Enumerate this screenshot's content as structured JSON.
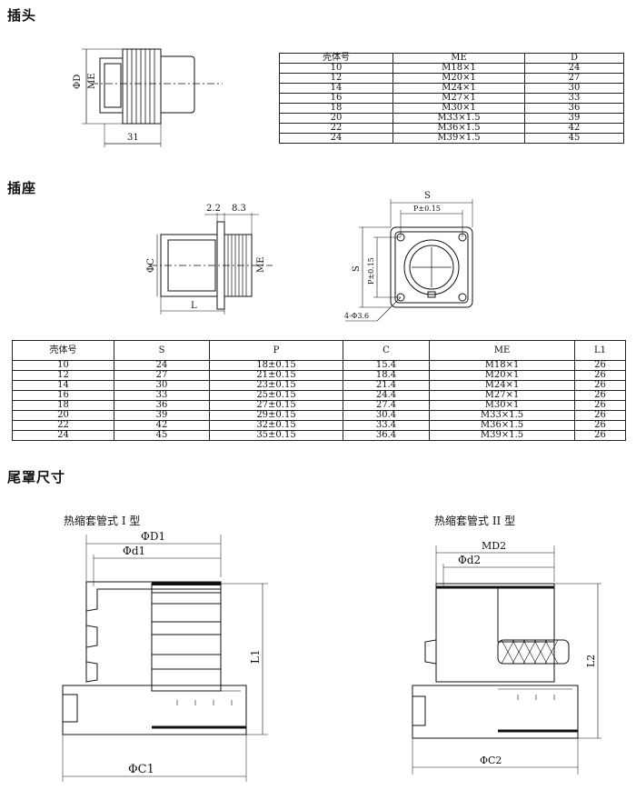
{
  "sections": {
    "plug": "插头",
    "socket": "插座",
    "tail": "尾罩尺寸"
  },
  "plug_drawing": {
    "phi_d": "ΦD",
    "me": "ME",
    "length": "31"
  },
  "plug_table": {
    "headers": [
      "壳体号",
      "ME",
      "D"
    ],
    "rows": [
      [
        "10",
        "M18×1",
        "24"
      ],
      [
        "12",
        "M20×1",
        "27"
      ],
      [
        "14",
        "M24×1",
        "30"
      ],
      [
        "16",
        "M27×1",
        "33"
      ],
      [
        "18",
        "M30×1",
        "36"
      ],
      [
        "20",
        "M33×1.5",
        "39"
      ],
      [
        "22",
        "M36×1.5",
        "42"
      ],
      [
        "24",
        "M39×1.5",
        "45"
      ]
    ]
  },
  "socket_drawing": {
    "dim_a": "2.2",
    "dim_b": "8.3",
    "phi_c": "ΦC",
    "me": "ME",
    "l": "L",
    "s_top": "S",
    "p_top": "P±0.15",
    "s_left": "S",
    "p_left": "P±0.15",
    "holes": "4-Φ3.6"
  },
  "socket_table": {
    "headers": [
      "壳体号",
      "S",
      "P",
      "C",
      "ME",
      "L1"
    ],
    "rows": [
      [
        "10",
        "24",
        "18±0.15",
        "15.4",
        "M18×1",
        "26"
      ],
      [
        "12",
        "27",
        "21±0.15",
        "18.4",
        "M20×1",
        "26"
      ],
      [
        "14",
        "30",
        "23±0.15",
        "21.4",
        "M24×1",
        "26"
      ],
      [
        "16",
        "33",
        "25±0.15",
        "24.4",
        "M27×1",
        "26"
      ],
      [
        "18",
        "36",
        "27±0.15",
        "27.4",
        "M30×1",
        "26"
      ],
      [
        "20",
        "39",
        "29±0.15",
        "30.4",
        "M33×1.5",
        "26"
      ],
      [
        "22",
        "42",
        "32±0.15",
        "33.4",
        "M36×1.5",
        "26"
      ],
      [
        "24",
        "45",
        "35±0.15",
        "36.4",
        "M39×1.5",
        "26"
      ]
    ]
  },
  "tail": {
    "type1": {
      "caption": "热缩套管式 I 型",
      "d1": "ΦD1",
      "dd1": "Φd1",
      "l1": "L1",
      "c1": "ΦC1"
    },
    "type2": {
      "caption": "热缩套管式 II 型",
      "md2": "MD2",
      "dd2": "Φd2",
      "l2": "L2",
      "c2": "ΦC2"
    }
  }
}
